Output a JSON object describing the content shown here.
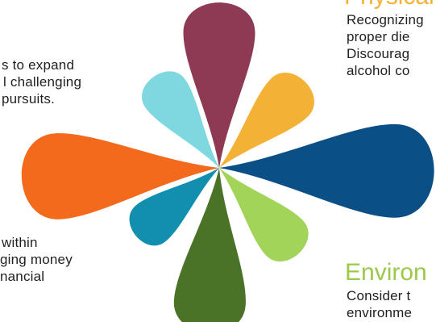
{
  "colors": {
    "physical_heading": "#f3b136",
    "environmental_heading": "#9cc94a",
    "text": "#1f1f1f",
    "petals": {
      "maroon": "#8f3a55",
      "yellow": "#f3b136",
      "navy": "#0b4f87",
      "light_green": "#a2d45a",
      "dark_green": "#4b7328",
      "teal": "#128fae",
      "orange": "#f46a1c",
      "light_cyan": "#7fd7e0"
    }
  },
  "physical": {
    "heading": "Physical",
    "lines": [
      "Recognizing",
      "proper die",
      "Discourag",
      "alcohol co"
    ]
  },
  "intellectual": {
    "lines": [
      "s to expand",
      "l challenging",
      "pursuits."
    ]
  },
  "financial": {
    "lines": [
      "within",
      "ging money",
      "nancial"
    ]
  },
  "environmental": {
    "heading": "Environ",
    "lines": [
      "Consider t",
      "environme"
    ]
  }
}
